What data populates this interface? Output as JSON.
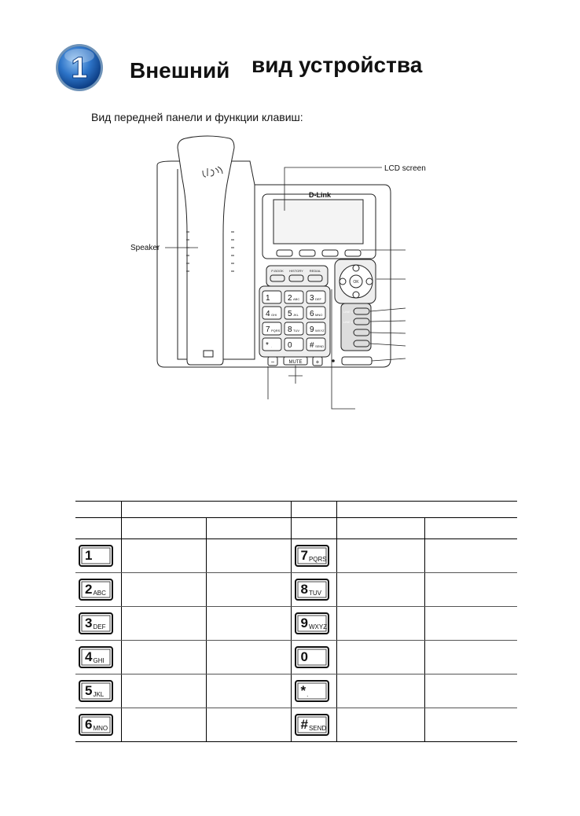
{
  "header": {
    "step_number": "1",
    "title_part1": "Внешний",
    "title_part2": "вид устройства",
    "subtitle": "Вид передней панели и функции клавиш:"
  },
  "figure": {
    "logo": "D-Link",
    "labels": {
      "lcd": "LCD screen",
      "speaker": "Speaker"
    },
    "func_keys": [
      "P-BOOK",
      "HISTORY",
      "REDIAL"
    ],
    "mute": "MUTE",
    "minus": "−",
    "plus": "+",
    "nav_ok": "OK",
    "line_keys": [
      "LINE 1",
      "LINE 2"
    ],
    "dialpad": [
      {
        "d": "1",
        "s": ""
      },
      {
        "d": "2",
        "s": "ABC"
      },
      {
        "d": "3",
        "s": "DEF"
      },
      {
        "d": "4",
        "s": "GHI"
      },
      {
        "d": "5",
        "s": "JKL"
      },
      {
        "d": "6",
        "s": "MNO"
      },
      {
        "d": "7",
        "s": "PQRS"
      },
      {
        "d": "8",
        "s": "TUV"
      },
      {
        "d": "9",
        "s": "WXYZ"
      },
      {
        "d": "*",
        "s": "."
      },
      {
        "d": "0",
        "s": ""
      },
      {
        "d": "#",
        "s": "SEND"
      }
    ]
  },
  "keys_table": {
    "left": [
      {
        "digit": "1",
        "sub": ""
      },
      {
        "digit": "2",
        "sub": "ABC"
      },
      {
        "digit": "3",
        "sub": "DEF"
      },
      {
        "digit": "4",
        "sub": "GHI"
      },
      {
        "digit": "5",
        "sub": "JKL"
      },
      {
        "digit": "6",
        "sub": "MNO"
      }
    ],
    "right": [
      {
        "digit": "7",
        "sub": "PQRS"
      },
      {
        "digit": "8",
        "sub": "TUV"
      },
      {
        "digit": "9",
        "sub": "WXYZ"
      },
      {
        "digit": "0",
        "sub": ""
      },
      {
        "digit": "*",
        "sub": "."
      },
      {
        "digit": "#",
        "sub": "SEND"
      }
    ]
  }
}
